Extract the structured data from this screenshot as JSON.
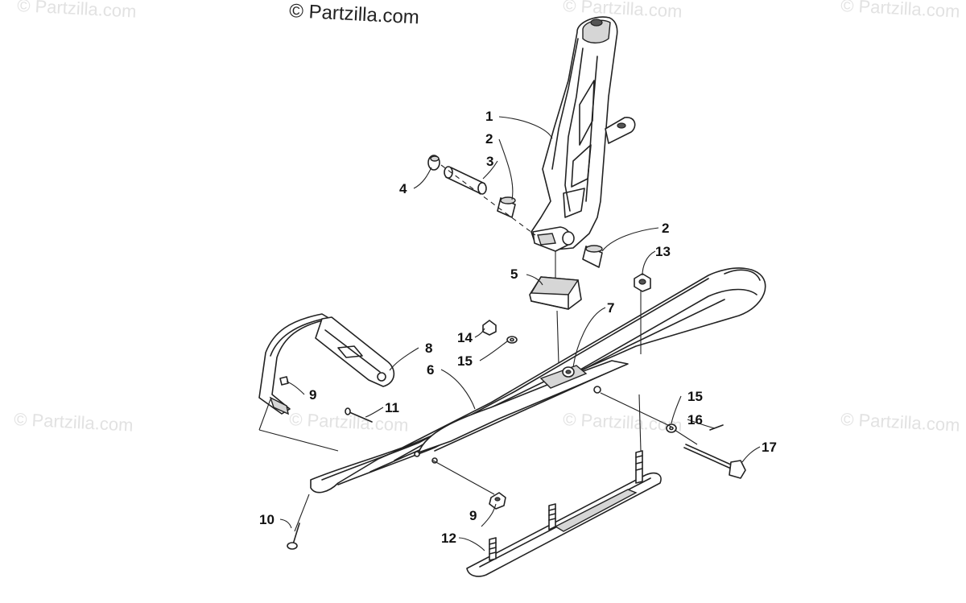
{
  "copyright_text": "© Partzilla.com",
  "watermark_text": "© Partzilla.com",
  "callouts": {
    "c1": "1",
    "c2a": "2",
    "c2b": "2",
    "c3": "3",
    "c4": "4",
    "c5": "5",
    "c6": "6",
    "c7": "7",
    "c8": "8",
    "c9a": "9",
    "c9b": "9",
    "c10": "10",
    "c11": "11",
    "c12": "12",
    "c13": "13",
    "c14": "14",
    "c15a": "15",
    "c15b": "15",
    "c16": "16",
    "c17": "17"
  },
  "parts": {
    "spindle": "spindle-icon",
    "bushing": "bushing-icon",
    "sleeve": "sleeve-icon",
    "washer": "washer-icon",
    "rubber_block": "rubber-block-icon",
    "ski": "ski-icon",
    "nut": "nut-icon",
    "ski_loop": "ski-loop-icon",
    "rivet": "rivet-icon",
    "bolt": "bolt-icon",
    "carbide_runner": "carbide-runner-icon",
    "cotter_pin": "cotter-pin-icon"
  }
}
